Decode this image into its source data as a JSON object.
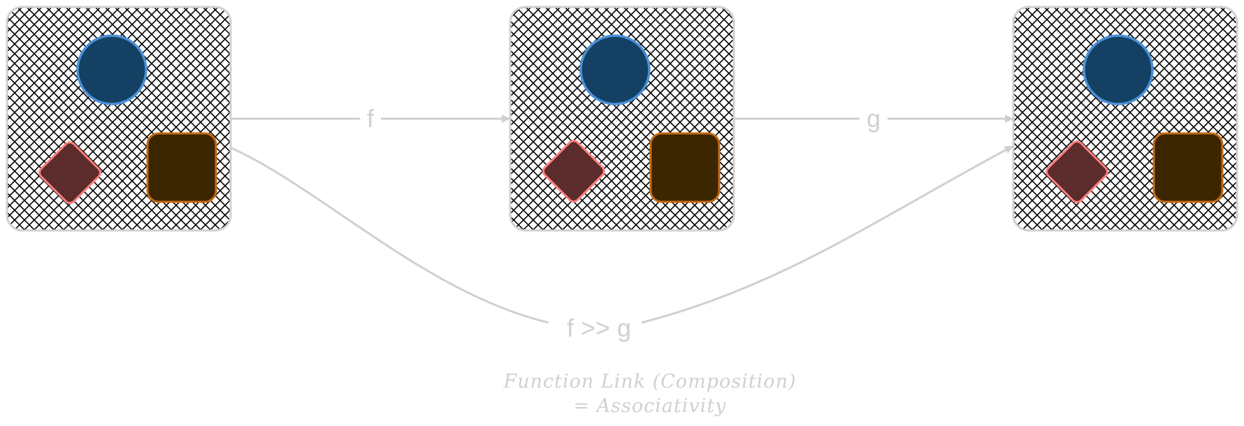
{
  "diagram": {
    "category_nodes": [
      {
        "id": "category-a"
      },
      {
        "id": "category-b"
      },
      {
        "id": "category-c"
      }
    ],
    "objects": [
      {
        "shape": "circle",
        "fill": "#134063",
        "stroke": "#4a90d6"
      },
      {
        "shape": "diamond",
        "fill": "#5c2b2b",
        "stroke": "#ff8080"
      },
      {
        "shape": "square",
        "fill": "#3b2600",
        "stroke": "#c46a10"
      }
    ],
    "container": {
      "fill_pattern": "cross-hatch",
      "hatch_color": "#000000",
      "border_color": "#d0d0d0"
    },
    "edges": {
      "f": {
        "label": "f",
        "from": "category-a",
        "to": "category-b"
      },
      "g": {
        "label": "g",
        "from": "category-b",
        "to": "category-c"
      },
      "composition": {
        "label": "f >> g",
        "from": "category-a",
        "to": "category-c"
      }
    },
    "edge_color": "#d0d0d0",
    "caption": {
      "line1": "Function Link (Composition)",
      "line2": "=  Associativity"
    }
  }
}
